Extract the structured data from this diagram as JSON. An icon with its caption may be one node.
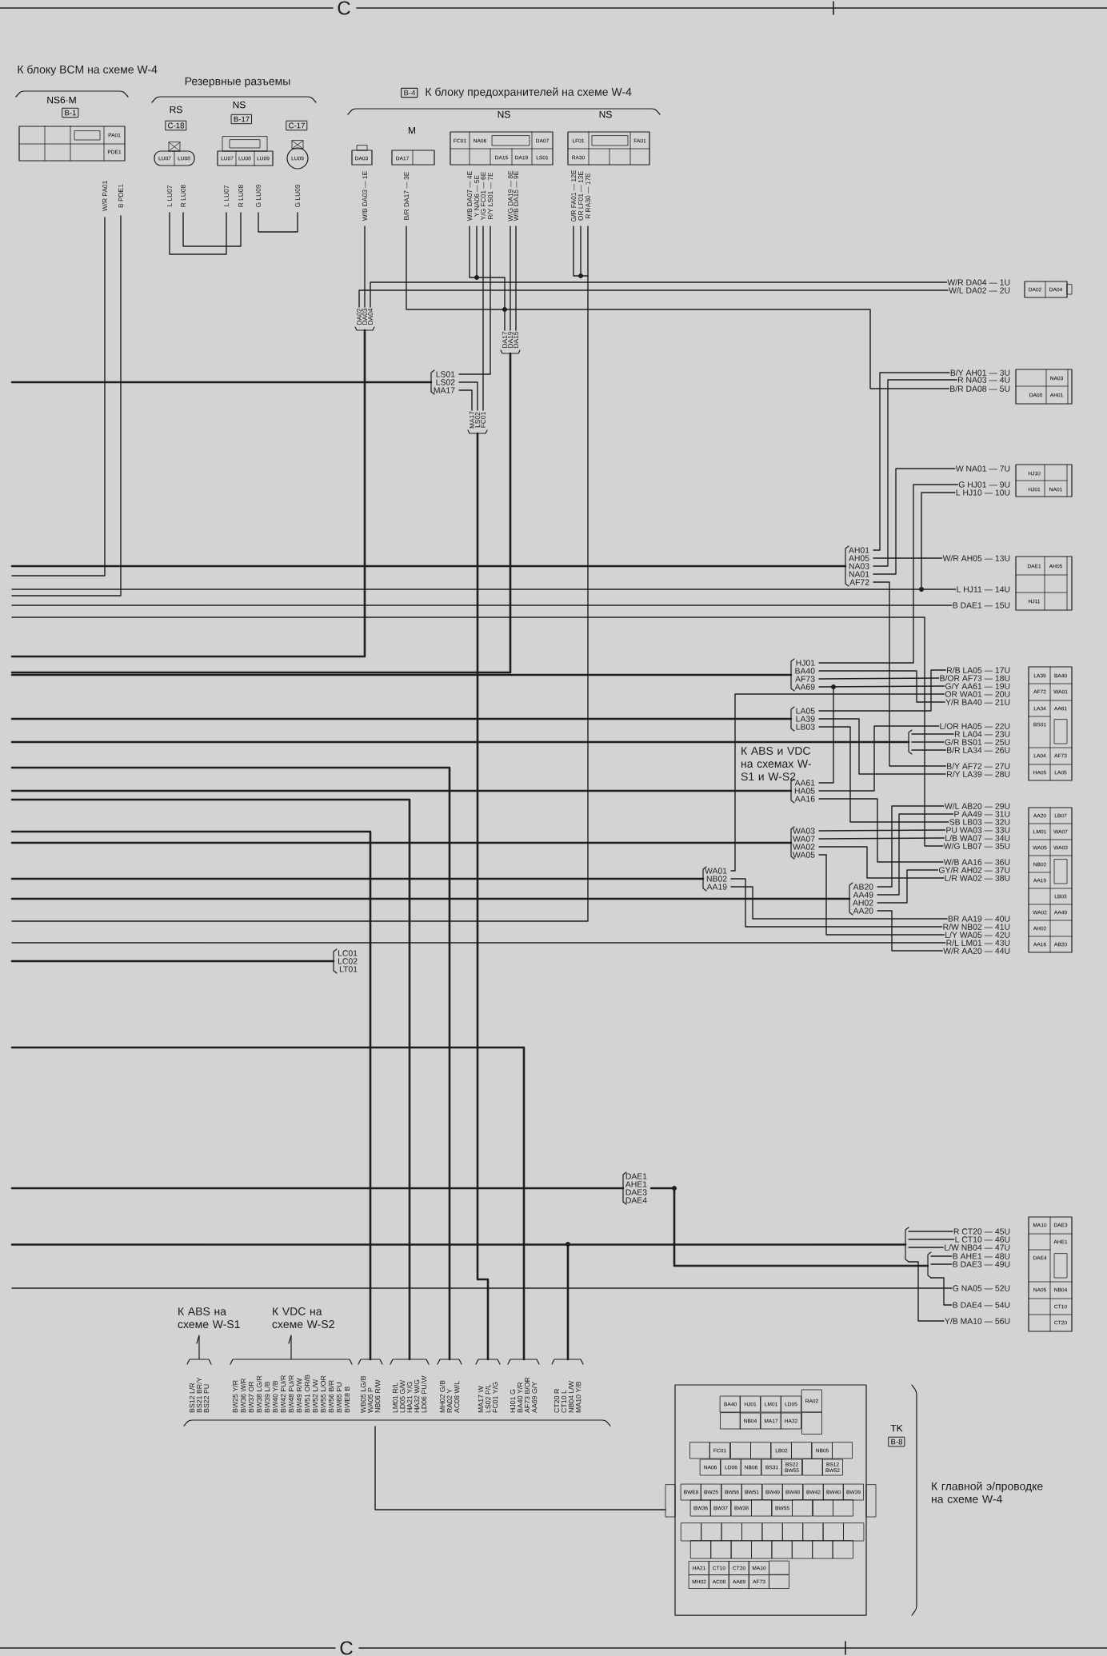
{
  "diagram": {
    "nodes": [
      {
        "text": [
          "NS6·M",
          "B-1",
          "PA01",
          "PDE1"
        ]
      },
      {
        "text": [
          "RS",
          "C-18",
          "LU07",
          "LU08"
        ]
      },
      {
        "text": [
          "NS",
          "B-17",
          "LU07",
          "LU08",
          "LU09"
        ]
      },
      {
        "text": [
          "C-17",
          "LU09"
        ]
      },
      {
        "text": [
          "DA03"
        ]
      },
      {
        "text": [
          "M",
          "DA17"
        ]
      },
      {
        "text": [
          "NS",
          "FC01",
          "NA06",
          "DA07",
          "DA15",
          "DA19",
          "LS01"
        ]
      },
      {
        "text": [
          "NS",
          "LF01",
          "FA01",
          "RA30"
        ]
      },
      {
        "text": [
          "DA02",
          "DA04"
        ]
      },
      {
        "text": [
          "NA03",
          "DA08",
          "AH01"
        ]
      },
      {
        "text": [
          "HJ10",
          "HJ01",
          "NA01"
        ]
      },
      {
        "text": [
          "DAE1",
          "AH05",
          "HJ11"
        ]
      },
      {
        "text": [
          "LA39",
          "BA40",
          "AF72",
          "WA01",
          "LA34",
          "AA61",
          "BS01",
          "LA04",
          "AF73",
          "HA05",
          "LA05"
        ]
      },
      {
        "text": [
          "AA20",
          "LB07",
          "LM01",
          "WA07",
          "WA05",
          "WA03",
          "NB02",
          "AA19",
          "LB03",
          "WA02",
          "AA49",
          "AH02",
          "AA16",
          "AB20"
        ]
      },
      {
        "text": [
          "MA10",
          "DAE3",
          "AHE1",
          "DAE4",
          "NA05",
          "NB04",
          "CT10",
          "CT20"
        ]
      },
      {
        "text": [
          "TK",
          "B-8",
          "BA40",
          "HJ01",
          "LM01",
          "LD05",
          "RA02",
          "NB04",
          "MA17",
          "HA32",
          "FC01",
          "LB02",
          "NB05",
          "NA06",
          "LD06",
          "NB06",
          "BS31",
          "BS22 BW55",
          "BS12 BW52",
          "BWE8",
          "BW25",
          "BW56",
          "BW51",
          "BW49",
          "BW48",
          "BW42",
          "BW40",
          "BW39",
          "BW36",
          "BW37",
          "BW38",
          "BW55",
          "HA21",
          "CT10",
          "CT20",
          "MA10",
          "MH02",
          "AC08",
          "AA69",
          "AF73"
        ]
      }
    ],
    "labels": [
      "C",
      "К блоку BCM на схеме W-4",
      "Резервные разъемы",
      "B-4",
      "К блоку предохранителей на схеме W-4",
      "W/R PA01",
      "B PDE1",
      "L LU07",
      "R LU08",
      "L LU07",
      "R LU08",
      "G LU09",
      "G LU09",
      "W/B DA03 — 1E",
      "B/R DA17 — 3E",
      "W/B DA07 — 4E",
      "Y NA06 — 5E",
      "Y/G FC01 — 6E",
      "R/Y LS01 — 7E",
      "W/G DA19 — 8E",
      "W/B DA15 — 9E",
      "G/R FA01 — 12E",
      "OR LF01 — 13E",
      "R RA30 — 17E",
      "W/R DA04 — 1U",
      "W/L DA02 — 2U",
      "B/Y AH01 — 3U",
      "R NA03 — 4U",
      "B/R DA08 — 5U",
      "W NA01 — 7U",
      "G HJ01 — 9U",
      "L HJ10 — 10U",
      "W/R AH05 — 13U",
      "L HJ11 — 14U",
      "B DAE1 — 15U",
      "R/B LA05 — 17U",
      "B/OR AF73 — 18U",
      "G/Y AA61 — 19U",
      "OR WA01 — 20U",
      "Y/R BA40 — 21U",
      "L/OR HA05 — 22U",
      "R LA04 — 23U",
      "G/R BS01 — 25U",
      "B/R LA34 — 26U",
      "B/Y AF72 — 27U",
      "R/Y LA39 — 28U",
      "W/L AB20 — 29U",
      "P AA49 — 31U",
      "SB LB03 — 32U",
      "PU WA03 — 33U",
      "L/B WA07 — 34U",
      "W/G LB07 — 35U",
      "W/B AA16 — 36U",
      "GY/R AH02 — 37U",
      "L/R WA02 — 38U",
      "BR AA19 — 40U",
      "R/W NB02 — 41U",
      "L/Y WA05 — 42U",
      "R/L LM01 — 43U",
      "W/R AA20 — 44U",
      "R CT20 — 45U",
      "L CT10 — 46U",
      "L/W NB04 — 47U",
      "B AHE1 — 48U",
      "B DAE3 — 49U",
      "G NA05 — 52U",
      "B DAE4 — 54U",
      "Y/B MA10 — 56U",
      "DA02",
      "DA03",
      "DA04",
      "DA17",
      "DA19",
      "DA15",
      "LS01",
      "LS02",
      "MA17",
      "MA17",
      "LS02",
      "FC01",
      "AH01",
      "AH05",
      "NA03",
      "NA01",
      "AF72",
      "HJ01",
      "BA40",
      "AF73",
      "AA69",
      "LA05",
      "LA39",
      "LB03",
      "К ABS и VDC на схемах W-S1 и W-S2",
      "AA61",
      "HA05",
      "AA16",
      "WA03",
      "WA07",
      "WA02",
      "WA05",
      "WA01",
      "NB02",
      "AA19",
      "AB20",
      "AA49",
      "AH02",
      "AA20",
      "LC01",
      "LC02",
      "LT01",
      "DAE1",
      "AHE1",
      "DAE3",
      "DAE4",
      "К ABS на схеме W-S1",
      "К VDC на схеме W-S2",
      "BS12 L/R",
      "BS21 BR/Y",
      "BS22 PU",
      "BW25 Y/R",
      "BW36 W/R",
      "BW37 OR",
      "BW38 LG/R",
      "BW39 L/B",
      "BW40 Y/B",
      "BW42 PU/R",
      "BW48 PU/R",
      "BW49 R/W",
      "BW51 OR/B",
      "BW52 L/W",
      "BW55 L/OR",
      "BW56 B/R",
      "BW65 PU",
      "BWE8 B",
      "WB05 LG/B",
      "WA05 P",
      "NB06 R/W",
      "LM01 R/L",
      "LD05 G/W",
      "HA21 Y/G",
      "HA32 W/G",
      "LD06 PU/W",
      "MH02 G/B",
      "RA02 Y",
      "AC08 W/L",
      "MA17 W",
      "LS02 P/L",
      "FC01 Y/G",
      "HJ01 G",
      "BA40 Y/R",
      "AF73 B/OR",
      "AA69 G/Y",
      "CT20 R",
      "CT10 L",
      "NB04 L/W",
      "MA10 Y/B",
      "К главной э/проводке на схеме W-4",
      "C"
    ]
  }
}
